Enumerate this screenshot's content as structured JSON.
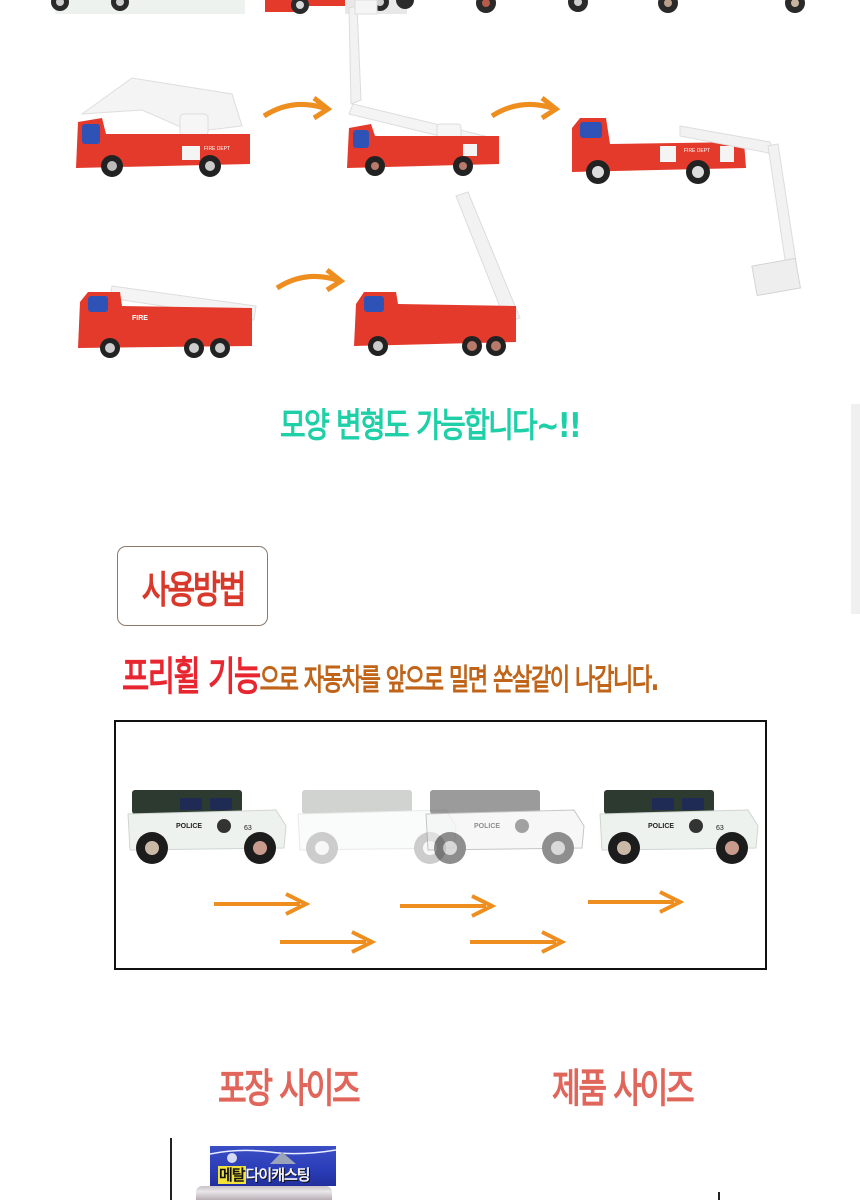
{
  "colors": {
    "caption_teal": "#1fcfa8",
    "usage_title_red": "#d8392b",
    "freewheel_red": "#e8262f",
    "freewheel_rest_brown": "#c0641a",
    "size_title_salmon": "#e0655a",
    "arrow_orange": "#ee8e1f",
    "truck_red": "#e33a2c",
    "ladder_white": "#f3f3f3"
  },
  "transform_section": {
    "rows": [
      {
        "steps": [
          "aerial-ladder-truck-folded",
          "aerial-ladder-truck-raised",
          "aerial-ladder-truck-lowered"
        ]
      },
      {
        "steps": [
          "ladder-truck-folded",
          "ladder-truck-raised"
        ]
      }
    ],
    "caption": "모양 변형도 가능합니다~!!"
  },
  "usage_section": {
    "title": "사용방법",
    "highlight": "프리휠 기능",
    "description": "으로 자동차를 앞으로 밀면 쏜살같이 나갑니다.",
    "demo": {
      "vehicle_label": "POLICE",
      "vehicle_number": "63",
      "frames": [
        "solid",
        "ghost",
        "semi",
        "solid"
      ]
    }
  },
  "size_section": {
    "package_title": "포장 사이즈",
    "product_title": "제품 사이즈",
    "package_label_highlight": "메탈",
    "package_label_rest": "다이캐스팅"
  }
}
